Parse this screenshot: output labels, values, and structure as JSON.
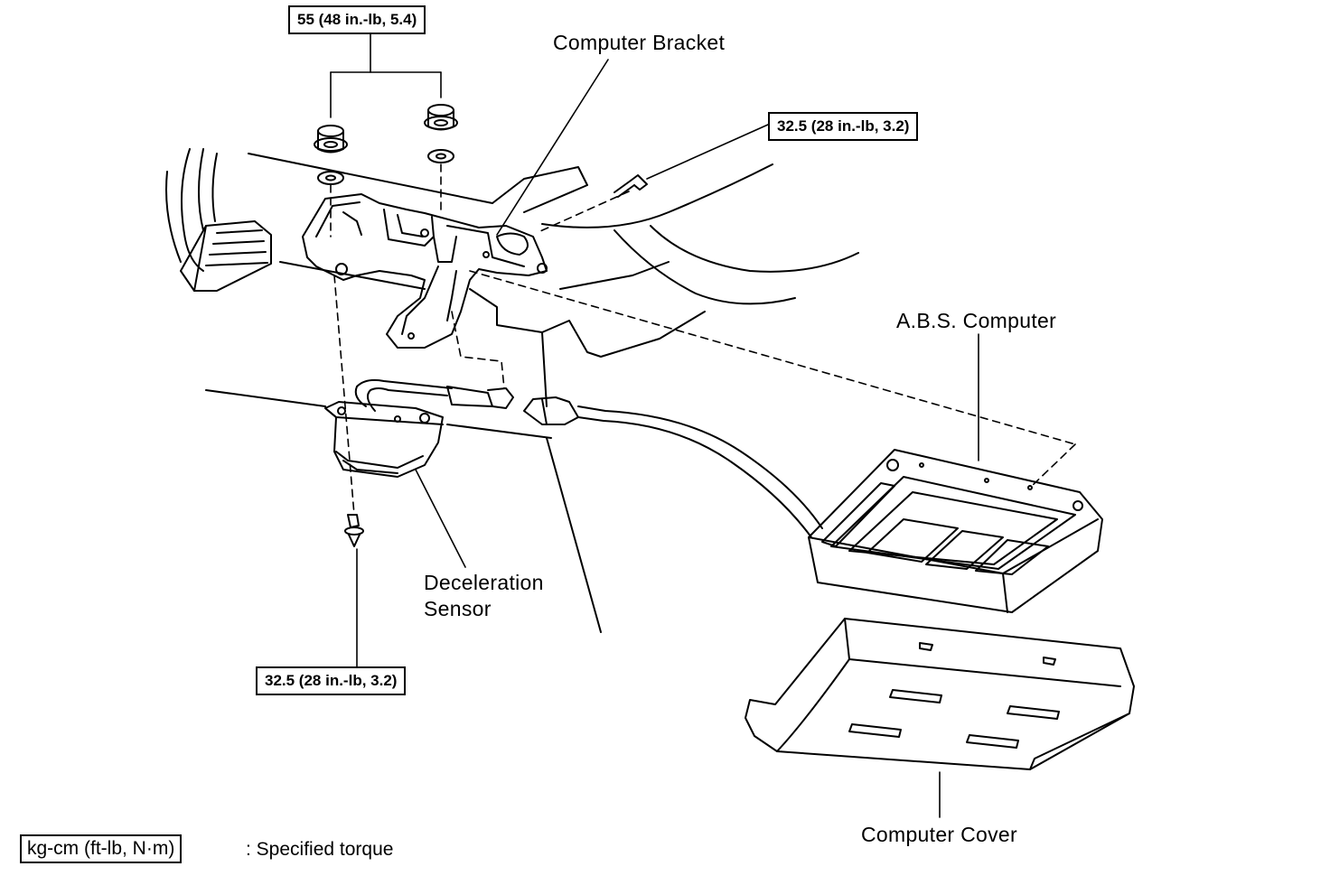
{
  "labels": {
    "computer_bracket": "Computer Bracket",
    "abs_computer": "A.B.S. Computer",
    "deceleration_sensor_line1": "Deceleration",
    "deceleration_sensor_line2": "Sensor",
    "computer_cover": "Computer Cover"
  },
  "torque_specs": {
    "bracket_nuts": "55 (48 in.-lb, 5.4)",
    "bracket_screw": "32.5 (28 in.-lb, 3.2)",
    "sensor_bolt": "32.5 (28 in.-lb, 3.2)"
  },
  "legend": {
    "unit_box": "kg-cm (ft-lb, N·m)",
    "text": ": Specified torque"
  }
}
